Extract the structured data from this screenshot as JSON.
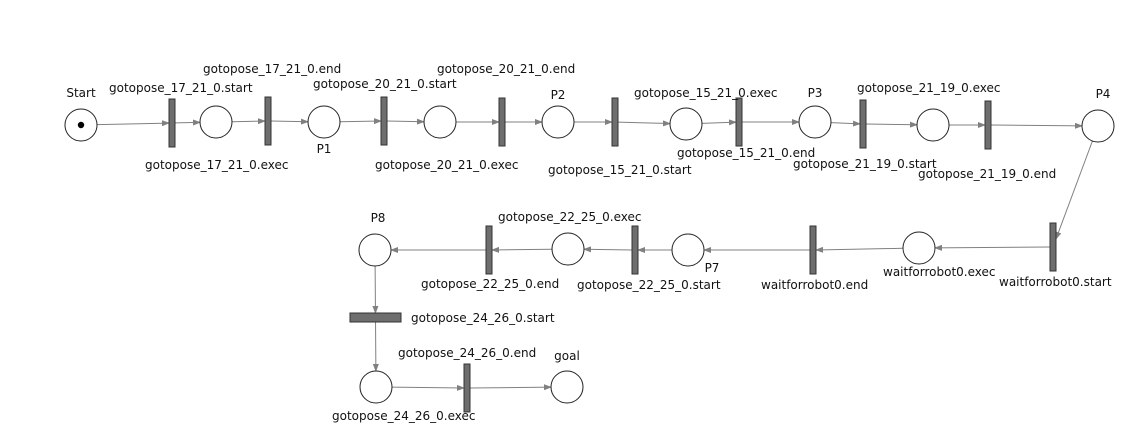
{
  "diagram": {
    "places": [
      {
        "id": "start",
        "label": "Start",
        "tokens": 1
      },
      {
        "id": "p_a",
        "label": ""
      },
      {
        "id": "p1",
        "label": "P1"
      },
      {
        "id": "p_b",
        "label": ""
      },
      {
        "id": "p2",
        "label": "P2"
      },
      {
        "id": "p_c",
        "label": ""
      },
      {
        "id": "p3",
        "label": "P3"
      },
      {
        "id": "p_d",
        "label": ""
      },
      {
        "id": "p4",
        "label": "P4"
      },
      {
        "id": "p_e",
        "label": ""
      },
      {
        "id": "p7",
        "label": "P7"
      },
      {
        "id": "p_f",
        "label": ""
      },
      {
        "id": "p8",
        "label": "P8"
      },
      {
        "id": "p_g",
        "label": ""
      },
      {
        "id": "goal",
        "label": "goal"
      }
    ],
    "transitions": [
      {
        "id": "t1",
        "label": "gotopose_17_21_0.start"
      },
      {
        "id": "t2",
        "label": "gotopose_17_21_0.end"
      },
      {
        "id": "t3",
        "label": "gotopose_20_21_0.start"
      },
      {
        "id": "t4",
        "label": "gotopose_20_21_0.end"
      },
      {
        "id": "t5",
        "label": "gotopose_15_21_0.start"
      },
      {
        "id": "t6",
        "label": "gotopose_15_21_0.end"
      },
      {
        "id": "t7",
        "label": "gotopose_21_19_0.start"
      },
      {
        "id": "t8",
        "label": "gotopose_21_19_0.end"
      },
      {
        "id": "t9",
        "label": "waitforrobot0.start"
      },
      {
        "id": "t10",
        "label": "waitforrobot0.end"
      },
      {
        "id": "t11",
        "label": "gotopose_22_25_0.start"
      },
      {
        "id": "t12",
        "label": "gotopose_22_25_0.end"
      },
      {
        "id": "t13",
        "label": "gotopose_24_26_0.start"
      },
      {
        "id": "t14",
        "label": "gotopose_24_26_0.end"
      }
    ],
    "exec_labels": [
      "gotopose_17_21_0.exec",
      "gotopose_20_21_0.exec",
      "gotopose_15_21_0.exec",
      "gotopose_21_19_0.exec",
      "waitforrobot0.exec",
      "gotopose_22_25_0.exec",
      "gotopose_24_26_0.exec"
    ],
    "arcs": [
      [
        "start",
        "t1"
      ],
      [
        "t1",
        "p_a"
      ],
      [
        "p_a",
        "t2"
      ],
      [
        "t2",
        "p1"
      ],
      [
        "p1",
        "t3"
      ],
      [
        "t3",
        "p_b"
      ],
      [
        "p_b",
        "t4"
      ],
      [
        "t4",
        "p2"
      ],
      [
        "p2",
        "t5"
      ],
      [
        "t5",
        "p_c"
      ],
      [
        "p_c",
        "t6"
      ],
      [
        "t6",
        "p3"
      ],
      [
        "p3",
        "t7"
      ],
      [
        "t7",
        "p_d"
      ],
      [
        "p_d",
        "t8"
      ],
      [
        "t8",
        "p4"
      ],
      [
        "p4",
        "t9"
      ],
      [
        "t9",
        "p_e"
      ],
      [
        "p_e",
        "t10"
      ],
      [
        "t10",
        "p7"
      ],
      [
        "p7",
        "t11"
      ],
      [
        "t11",
        "p_f"
      ],
      [
        "p_f",
        "t12"
      ],
      [
        "t12",
        "p8"
      ],
      [
        "p8",
        "t13"
      ],
      [
        "t13",
        "p_g"
      ],
      [
        "p_g",
        "t14"
      ],
      [
        "t14",
        "goal"
      ]
    ]
  }
}
